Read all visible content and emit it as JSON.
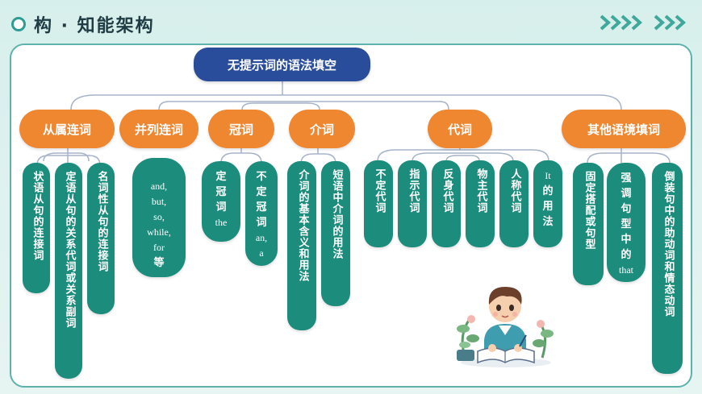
{
  "header": {
    "title": "构 · 知能架构"
  },
  "root": {
    "label": "无提示词的语法填空"
  },
  "categories": [
    {
      "label": "从属连词"
    },
    {
      "label": "并列连词"
    },
    {
      "label": "冠词"
    },
    {
      "label": "介词"
    },
    {
      "label": "代词"
    },
    {
      "label": "其他语境填词"
    }
  ],
  "leaves": [
    {
      "label": "状语从句的连接词"
    },
    {
      "label": "定语从句的关系代词或关系副词"
    },
    {
      "label": "名词性从句的连接词"
    },
    {
      "lines": [
        "and,",
        "but,",
        "so,",
        "while,",
        "for",
        "等"
      ]
    },
    {
      "lines": [
        "定",
        "冠",
        "词",
        "the"
      ]
    },
    {
      "lines": [
        "不",
        "定",
        "冠",
        "词",
        "an,",
        "a"
      ]
    },
    {
      "label": "介词的基本含义和用法"
    },
    {
      "label": "短语中介词的用法"
    },
    {
      "label": "不定代词"
    },
    {
      "label": "指示代词"
    },
    {
      "label": "反身代词"
    },
    {
      "label": "物主代词"
    },
    {
      "label": "人称代词"
    },
    {
      "lines": [
        "It",
        "的",
        "用",
        "法"
      ]
    },
    {
      "label": "固定搭配或句型"
    },
    {
      "lines": [
        "强",
        "调",
        "句",
        "型",
        "中",
        "的",
        "that"
      ]
    },
    {
      "label": "倒装句中的助动词和情态动词"
    }
  ],
  "colors": {
    "root": "#2a4d9b",
    "category": "#ef8630",
    "leaf": "#1c8c7d",
    "accent": "#2e9c92"
  }
}
